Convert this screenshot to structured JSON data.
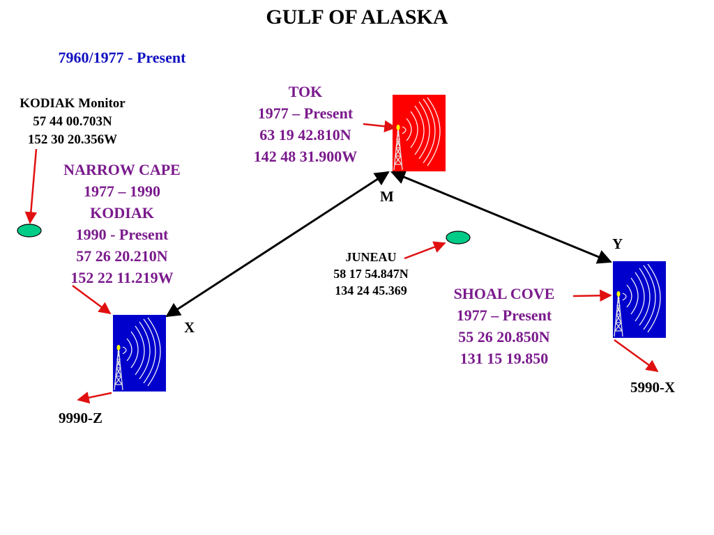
{
  "title": "GULF OF ALASKA",
  "chain": "7960/1977 - Present",
  "kodiak_monitor": [
    "KODIAK Monitor",
    "57 44 00.703N",
    "152 30 20.356W"
  ],
  "narrow_cape": [
    "NARROW CAPE",
    "1977 – 1990",
    "KODIAK",
    "1990 - Present",
    "57 26 20.210N",
    "152 22 11.219W"
  ],
  "tok": [
    "TOK",
    "1977 – Present",
    "63 19 42.810N",
    "142 48 31.900W"
  ],
  "juneau": [
    "JUNEAU",
    "58 17 54.847N",
    "134 24 45.369"
  ],
  "shoal_cove": [
    "SHOAL COVE",
    "1977 – Present",
    "55 26 20.850N",
    "131 15 19.850"
  ],
  "labels": {
    "m": "M",
    "x": "X",
    "y": "Y",
    "narrow_cape_id": "9990-Z",
    "shoal_cove_id": "5990-X"
  },
  "colors": {
    "master_tower": "#ff0000",
    "secondary_tower": "#0000cc",
    "monitor": "#00cc88",
    "station_text": "#7a1a8c",
    "chain_text": "#1010c0",
    "arrow_red": "#e01010"
  }
}
